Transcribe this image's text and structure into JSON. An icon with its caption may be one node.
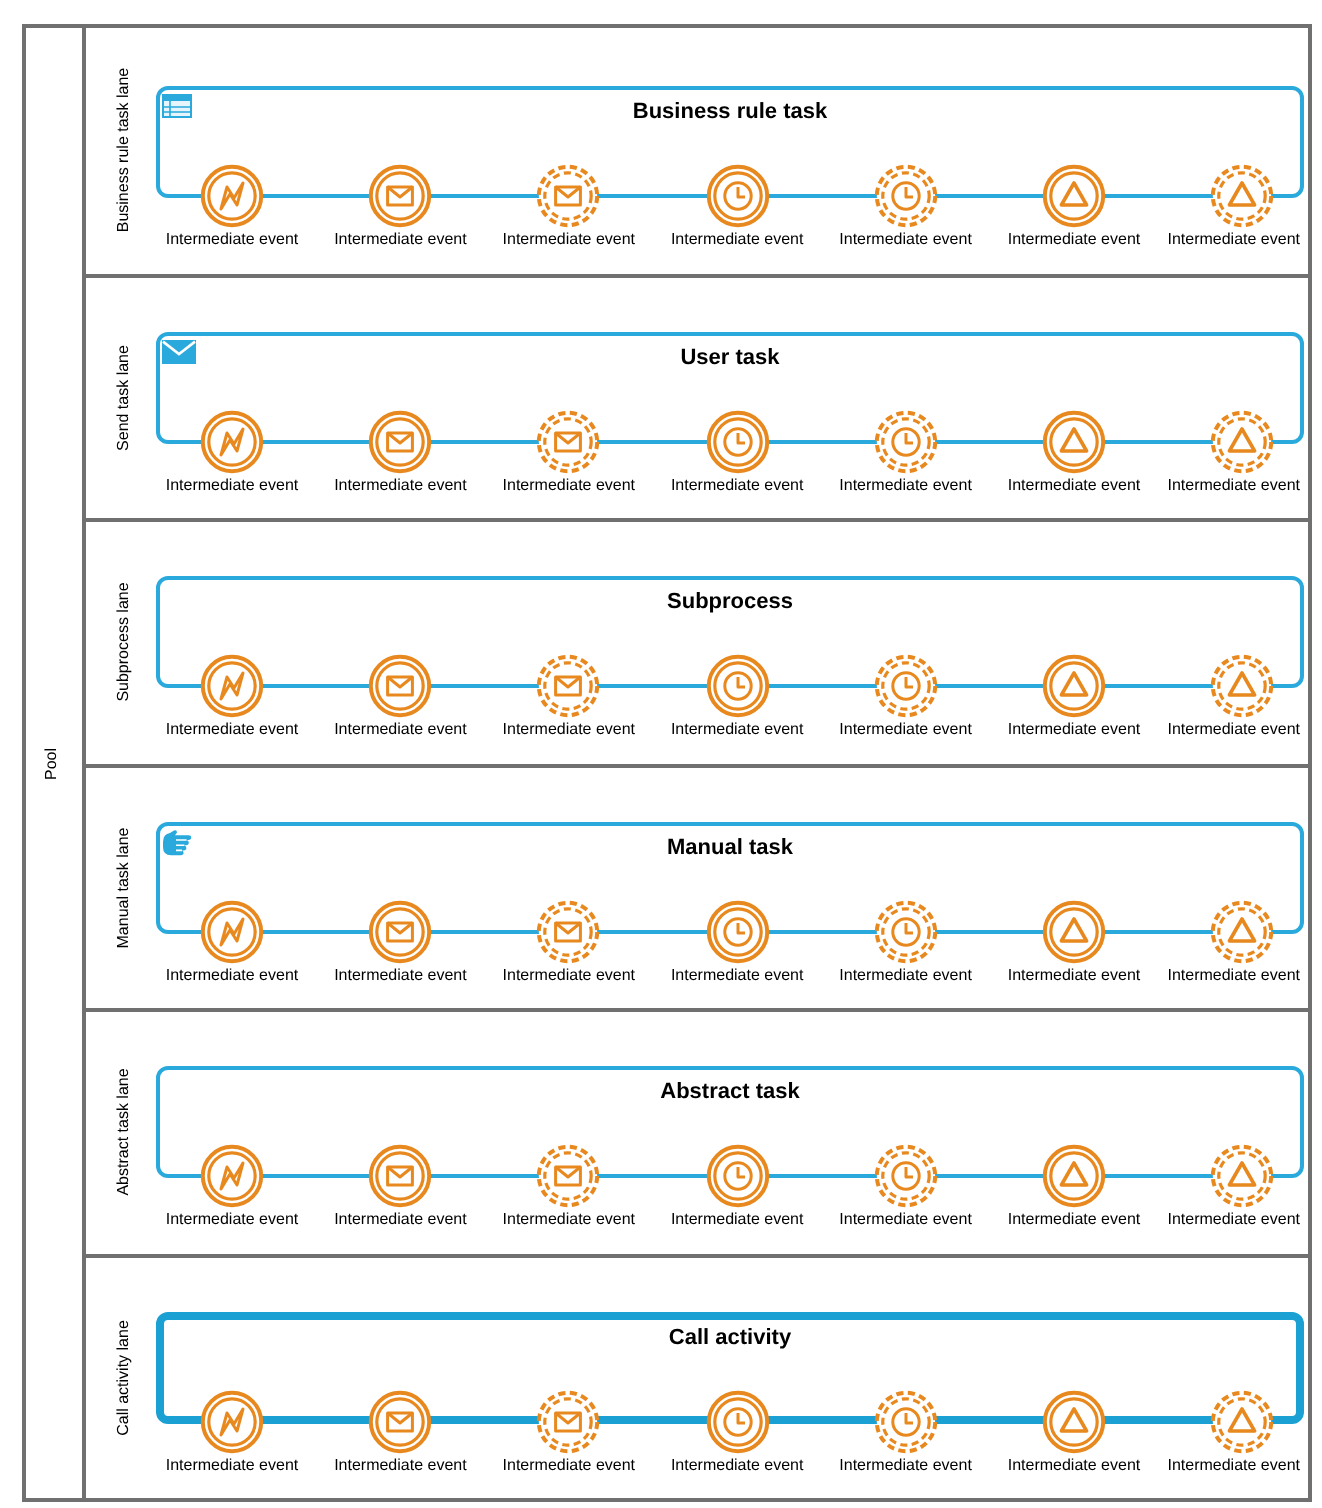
{
  "diagram": {
    "nodes": [
      {
        "text": [
          "Pool"
        ]
      },
      {
        "text": [
          "Business rule task lane"
        ],
        "in": 0
      },
      {
        "text": [
          "Business rule task"
        ],
        "in": 1
      },
      {
        "text": [],
        "shape": "circle",
        "in": 1,
        "beside": [
          "Intermediate event"
        ]
      },
      {
        "text": [],
        "shape": "circle",
        "in": 1,
        "beside": [
          "Intermediate event"
        ]
      },
      {
        "text": [],
        "shape": "circle",
        "in": 1,
        "beside": [
          "Intermediate event"
        ]
      },
      {
        "text": [],
        "shape": "circle",
        "in": 1,
        "beside": [
          "Intermediate event"
        ]
      },
      {
        "text": [],
        "shape": "circle",
        "in": 1,
        "beside": [
          "Intermediate event"
        ]
      },
      {
        "text": [],
        "shape": "circle",
        "in": 1,
        "beside": [
          "Intermediate event"
        ]
      },
      {
        "text": [],
        "shape": "circle",
        "in": 1,
        "beside": [
          "Intermediate event"
        ]
      },
      {
        "text": [
          "Send task lane"
        ],
        "in": 0
      },
      {
        "text": [
          "User task"
        ],
        "in": 10
      },
      {
        "text": [],
        "shape": "circle",
        "in": 10,
        "beside": [
          "Intermediate event"
        ]
      },
      {
        "text": [],
        "shape": "circle",
        "in": 10,
        "beside": [
          "Intermediate event"
        ]
      },
      {
        "text": [],
        "shape": "circle",
        "in": 10,
        "beside": [
          "Intermediate event"
        ]
      },
      {
        "text": [],
        "shape": "circle",
        "in": 10,
        "beside": [
          "Intermediate event"
        ]
      },
      {
        "text": [],
        "shape": "circle",
        "in": 10,
        "beside": [
          "Intermediate event"
        ]
      },
      {
        "text": [],
        "shape": "circle",
        "in": 10,
        "beside": [
          "Intermediate event"
        ]
      },
      {
        "text": [],
        "shape": "circle",
        "in": 10,
        "beside": [
          "Intermediate event"
        ]
      },
      {
        "text": [
          "Subprocess lane"
        ],
        "in": 0
      },
      {
        "text": [
          "Subprocess"
        ],
        "in": 19
      },
      {
        "text": [],
        "shape": "circle",
        "in": 19,
        "beside": [
          "Intermediate event"
        ]
      },
      {
        "text": [],
        "shape": "circle",
        "in": 19,
        "beside": [
          "Intermediate event"
        ]
      },
      {
        "text": [],
        "shape": "circle",
        "in": 19,
        "beside": [
          "Intermediate event"
        ]
      },
      {
        "text": [],
        "shape": "circle",
        "in": 19,
        "beside": [
          "Intermediate event"
        ]
      },
      {
        "text": [],
        "shape": "circle",
        "in": 19,
        "beside": [
          "Intermediate event"
        ]
      },
      {
        "text": [],
        "shape": "circle",
        "in": 19,
        "beside": [
          "Intermediate event"
        ]
      },
      {
        "text": [],
        "shape": "circle",
        "in": 19,
        "beside": [
          "Intermediate event"
        ]
      },
      {
        "text": [
          "Manual task lane"
        ],
        "in": 0
      },
      {
        "text": [
          "Manual task"
        ],
        "in": 28
      },
      {
        "text": [],
        "shape": "circle",
        "in": 28,
        "beside": [
          "Intermediate event"
        ]
      },
      {
        "text": [],
        "shape": "circle",
        "in": 28,
        "beside": [
          "Intermediate event"
        ]
      },
      {
        "text": [],
        "shape": "circle",
        "in": 28,
        "beside": [
          "Intermediate event"
        ]
      },
      {
        "text": [],
        "shape": "circle",
        "in": 28,
        "beside": [
          "Intermediate event"
        ]
      },
      {
        "text": [],
        "shape": "circle",
        "in": 28,
        "beside": [
          "Intermediate event"
        ]
      },
      {
        "text": [],
        "shape": "circle",
        "in": 28,
        "beside": [
          "Intermediate event"
        ]
      },
      {
        "text": [],
        "shape": "circle",
        "in": 28,
        "beside": [
          "Intermediate event"
        ]
      },
      {
        "text": [
          "Abstract task lane"
        ],
        "in": 0
      },
      {
        "text": [
          "Abstract task"
        ],
        "in": 37
      },
      {
        "text": [],
        "shape": "circle",
        "in": 37,
        "beside": [
          "Intermediate event"
        ]
      },
      {
        "text": [],
        "shape": "circle",
        "in": 37,
        "beside": [
          "Intermediate event"
        ]
      },
      {
        "text": [],
        "shape": "circle",
        "in": 37,
        "beside": [
          "Intermediate event"
        ]
      },
      {
        "text": [],
        "shape": "circle",
        "in": 37,
        "beside": [
          "Intermediate event"
        ]
      },
      {
        "text": [],
        "shape": "circle",
        "in": 37,
        "beside": [
          "Intermediate event"
        ]
      },
      {
        "text": [],
        "shape": "circle",
        "in": 37,
        "beside": [
          "Intermediate event"
        ]
      },
      {
        "text": [],
        "shape": "circle",
        "in": 37,
        "beside": [
          "Intermediate event"
        ]
      },
      {
        "text": [
          "Call activity lane"
        ],
        "in": 0
      },
      {
        "text": [
          "Call activity"
        ],
        "in": 46
      },
      {
        "text": [],
        "shape": "circle",
        "in": 46,
        "beside": [
          "Intermediate event"
        ]
      },
      {
        "text": [],
        "shape": "circle",
        "in": 46,
        "beside": [
          "Intermediate event"
        ]
      },
      {
        "text": [],
        "shape": "circle",
        "in": 46,
        "beside": [
          "Intermediate event"
        ]
      },
      {
        "text": [],
        "shape": "circle",
        "in": 46,
        "beside": [
          "Intermediate event"
        ]
      },
      {
        "text": [],
        "shape": "circle",
        "in": 46,
        "beside": [
          "Intermediate event"
        ]
      },
      {
        "text": [],
        "shape": "circle",
        "in": 46,
        "beside": [
          "Intermediate event"
        ]
      },
      {
        "text": [],
        "shape": "circle",
        "in": 46,
        "beside": [
          "Intermediate event"
        ]
      }
    ]
  }
}
